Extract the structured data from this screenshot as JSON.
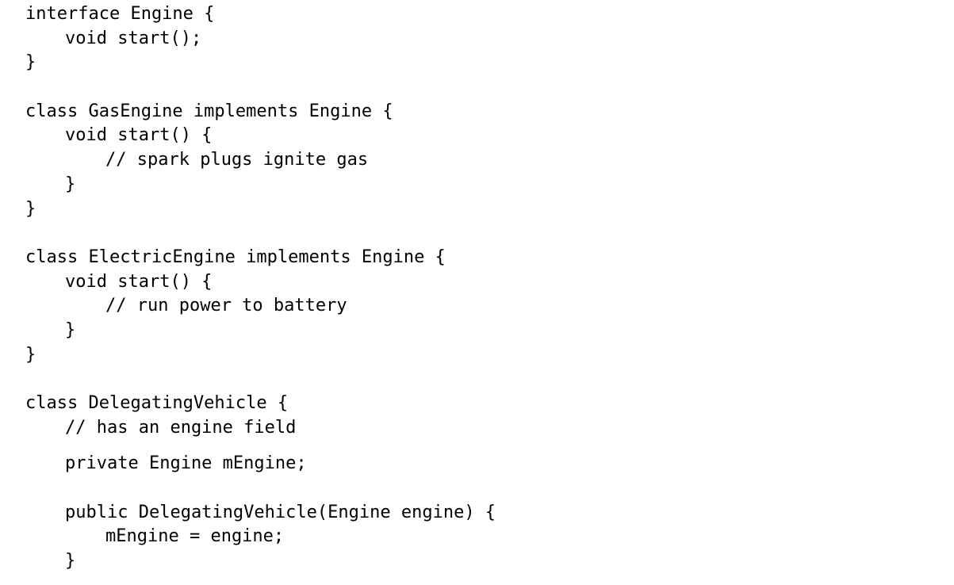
{
  "code": {
    "language": "java",
    "lines": [
      "interface Engine {",
      "void start();",
      "}",
      "",
      "class GasEngine implements Engine {",
      "void start() {",
      "// spark plugs ignite gas",
      "}",
      "}",
      "",
      "class ElectricEngine implements Engine {",
      "void start() {",
      "// run power to battery",
      "}",
      "}",
      "",
      "class DelegatingVehicle {",
      "// has an engine field",
      "",
      "private Engine mEngine;",
      "",
      "public DelegatingVehicle(Engine engine) {",
      "mEngine = engine;",
      "}"
    ]
  }
}
